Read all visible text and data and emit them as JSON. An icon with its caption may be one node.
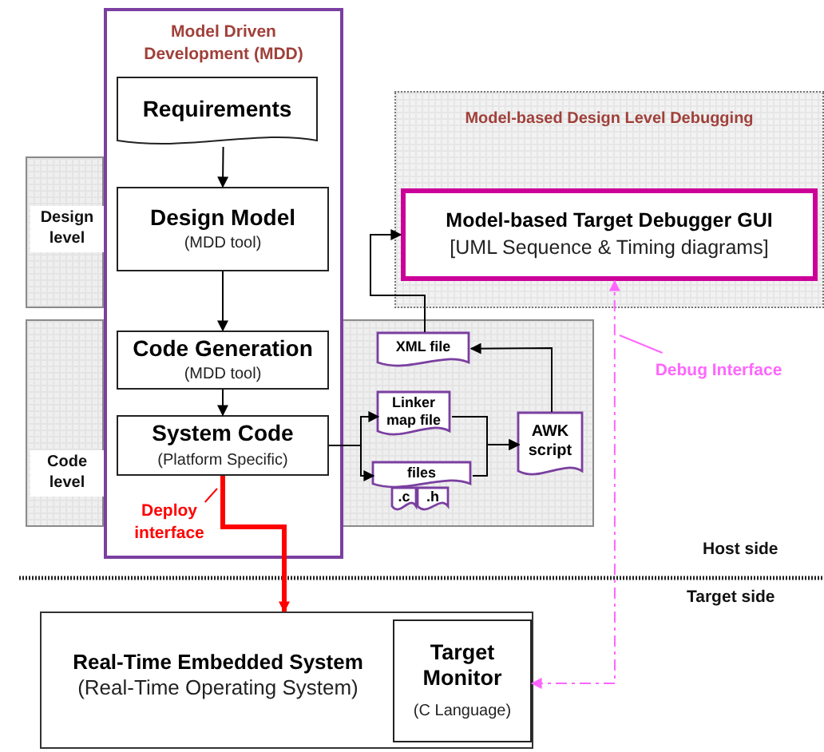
{
  "diagram": {
    "nodes": [
      {
        "text": [
          "Design level"
        ]
      },
      {
        "text": [
          "Code level"
        ]
      },
      {
        "text": [
          "Model Driven Development (MDD)"
        ]
      },
      {
        "text": [
          "Requirements"
        ],
        "in": 2
      },
      {
        "text": [
          "Design Model",
          "(MDD tool)"
        ],
        "in": 2
      },
      {
        "text": [
          "Code Generation",
          "(MDD tool)"
        ],
        "in": 2
      },
      {
        "text": [
          "System Code",
          "(Platform Specific)"
        ],
        "in": 2
      },
      {
        "text": [
          "Model-based Design Level Debugging"
        ]
      },
      {
        "text": [
          "Model-based Target Debugger GUI",
          "[UML Sequence & Timing diagrams]"
        ],
        "in": 7
      },
      {
        "text": [
          "XML file"
        ],
        "in": 19
      },
      {
        "text": [
          "Linker map file"
        ],
        "in": 19
      },
      {
        "text": [
          "files"
        ],
        "in": 19
      },
      {
        "text": [
          ".c"
        ],
        "in": 19
      },
      {
        "text": [
          ".h"
        ],
        "in": 19
      },
      {
        "text": [
          "AWK script"
        ],
        "in": 19
      },
      {
        "text": [
          "Deploy interface"
        ],
        "in": 2
      },
      {
        "text": [
          "Debug Interface"
        ]
      },
      {
        "text": [
          "Real-Time Embedded System",
          "(Real-Time Operating System)"
        ]
      },
      {
        "text": [
          "Target Monitor",
          "(C Language)"
        ],
        "in": 17
      },
      {
        "text": [],
        "shape": "box"
      }
    ],
    "edges": [
      {
        "from": 3,
        "to": 4,
        "arrow": "to"
      },
      {
        "from": 4,
        "to": 5,
        "arrow": "to"
      },
      {
        "from": 5,
        "to": 6,
        "arrow": "to"
      },
      {
        "from": 6,
        "to": 10,
        "arrow": "to"
      },
      {
        "from": 6,
        "to": 11,
        "arrow": "to"
      },
      {
        "from": 10,
        "to": 14,
        "arrow": "to"
      },
      {
        "from": 11,
        "to": 14,
        "arrow": "to"
      },
      {
        "from": 14,
        "to": 9,
        "arrow": "to"
      },
      {
        "from": 9,
        "to": 8,
        "arrow": "to"
      },
      {
        "from": 6,
        "to": 17,
        "arrow": "to",
        "style": "thick",
        "color": "#ff0000"
      },
      {
        "from": 18,
        "to": 8,
        "arrow": "both",
        "style": "dashed",
        "color": "#ff66ff"
      },
      {
        "from": 16,
        "to": null,
        "arrow": "none",
        "color": "#ff66ff"
      },
      {
        "from": 15,
        "to": null,
        "arrow": "none",
        "color": "#ff0000"
      }
    ],
    "labels": [
      "Host side",
      "Target side"
    ]
  }
}
